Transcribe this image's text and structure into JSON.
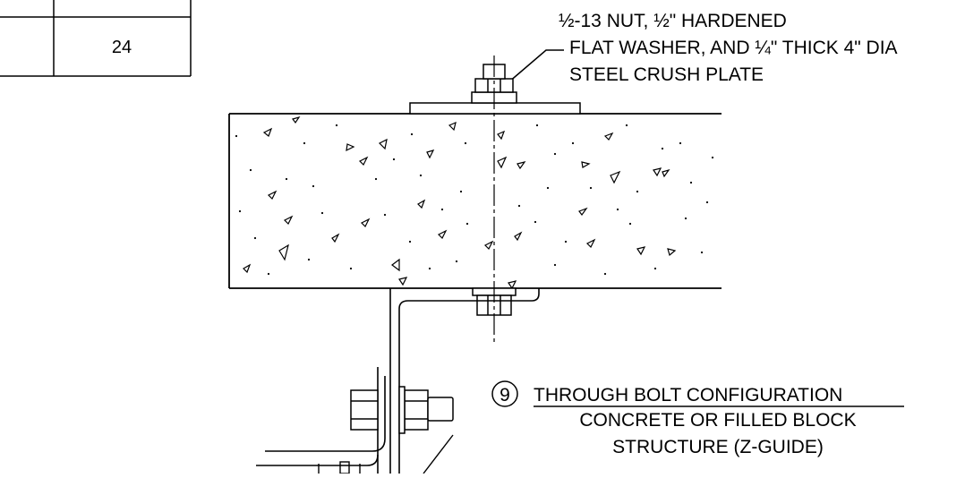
{
  "table": {
    "cell_value": "24"
  },
  "callout": {
    "line1": "½-13 NUT, ½\" HARDENED",
    "line2": "FLAT WASHER, AND ¼\" THICK 4\" DIA",
    "line3": "STEEL CRUSH PLATE"
  },
  "detail": {
    "number": "9",
    "title": "THROUGH BOLT CONFIGURATION",
    "subtitle_line1": "CONCRETE OR FILLED BLOCK",
    "subtitle_line2": "STRUCTURE (Z-GUIDE)"
  },
  "colors": {
    "line": "#000000",
    "background": "#ffffff"
  }
}
